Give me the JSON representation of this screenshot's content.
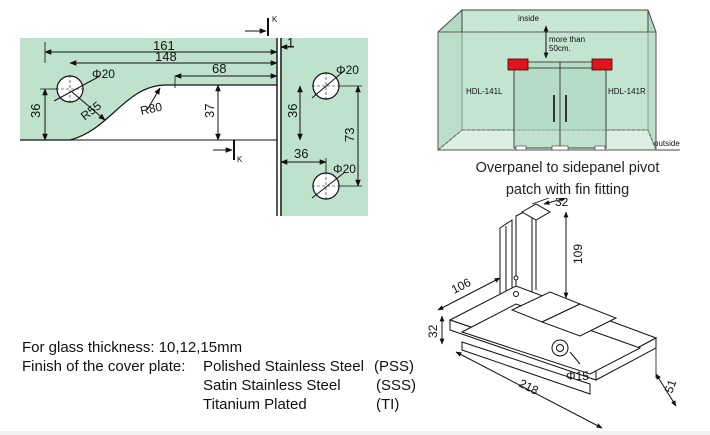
{
  "drawing": {
    "section_mark": "K",
    "dimensions": {
      "d161": "161",
      "d148": "148",
      "d68": "68",
      "d1": "1",
      "phi_left": "Φ20",
      "r55": "R55",
      "r80": "R80",
      "d36_left": "36",
      "d37": "37",
      "phi_right_top": "Φ20",
      "d36_right": "36",
      "d73": "73",
      "d36_bottom": "36",
      "phi_right_bottom": "Φ20"
    }
  },
  "installation": {
    "inside_label": "inside",
    "clearance_label_line1": "more than",
    "clearance_label_line2": "50cm.",
    "left_model": "HDL-141L",
    "right_model": "HDL-141R",
    "outside_label": "outside",
    "caption_line1": "Overpanel to sidepanel pivot",
    "caption_line2": "patch with fin fitting",
    "accent_color": "#e0141c",
    "glass_color": "#bfe2cd"
  },
  "isometric": {
    "d32_top": "32",
    "d109": "109",
    "d106": "106",
    "d32_side": "32",
    "d218": "218",
    "d51": "51",
    "phi15": "Φ15"
  },
  "specs": {
    "glass_thickness": "For glass thickness: 10,12,15mm",
    "finish_label": "Finish of the cover plate:",
    "finishes": [
      {
        "name": "Polished Stainless Steel",
        "code": "(PSS)"
      },
      {
        "name": "Satin Stainless Steel",
        "code": "(SSS)"
      },
      {
        "name": "Titanium Plated",
        "code": "(TI)"
      }
    ]
  }
}
